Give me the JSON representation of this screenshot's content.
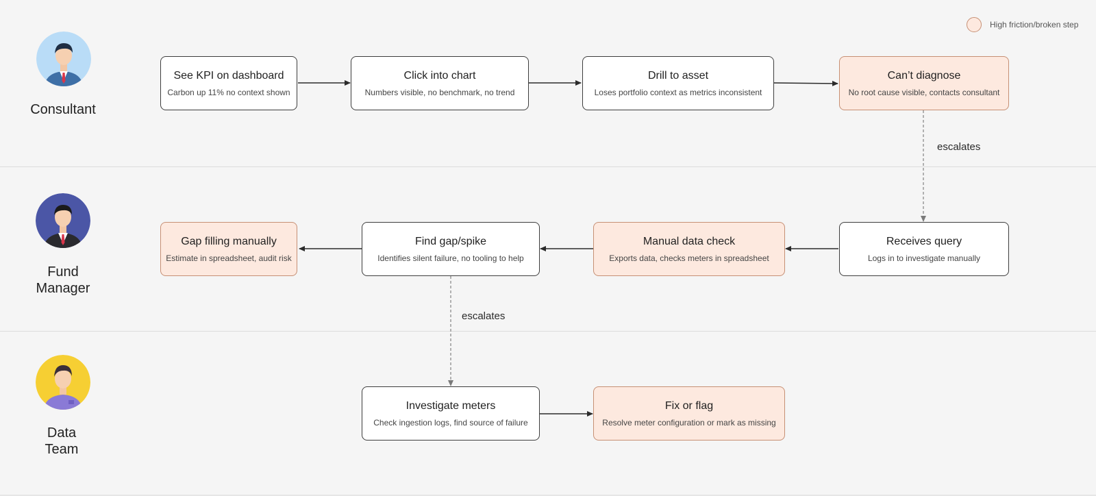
{
  "legend": {
    "label": "High friction/broken step",
    "color": "#fde9df"
  },
  "colors": {
    "friction_fill": "#fde9df",
    "friction_border": "#c68f74",
    "normal_border": "#3d3d3d",
    "background": "#f5f5f5"
  },
  "lanes": [
    {
      "persona": "Consultant",
      "avatar_icon": "consultant-avatar-icon"
    },
    {
      "persona": "Fund Manager",
      "avatar_icon": "fund-manager-avatar-icon"
    },
    {
      "persona": "Data Team",
      "avatar_icon": "data-team-avatar-icon"
    }
  ],
  "steps": {
    "see_kpi": {
      "title": "See KPI on dashboard",
      "subtitle": "Carbon up 11% no context shown",
      "friction": false
    },
    "click_chart": {
      "title": "Click into chart",
      "subtitle": "Numbers visible, no benchmark, no trend",
      "friction": false
    },
    "drill_asset": {
      "title": "Drill to asset",
      "subtitle": "Loses portfolio context as metrics inconsistent",
      "friction": false
    },
    "cant_diagnose": {
      "title": "Can’t diagnose",
      "subtitle": "No root cause visible, contacts consultant",
      "friction": true
    },
    "receives_query": {
      "title": "Receives query",
      "subtitle": "Logs in to investigate manually",
      "friction": false
    },
    "manual_check": {
      "title": "Manual data check",
      "subtitle": "Exports data, checks meters in spreadsheet",
      "friction": true
    },
    "find_gap": {
      "title": "Find gap/spike",
      "subtitle": "Identifies silent failure, no tooling to help",
      "friction": false
    },
    "gap_filling": {
      "title": "Gap filling manually",
      "subtitle": "Estimate in spreadsheet, audit risk",
      "friction": true
    },
    "investigate_meters": {
      "title": "Investigate meters",
      "subtitle": "Check ingestion logs, find source of failure",
      "friction": false
    },
    "fix_flag": {
      "title": "Fix or flag",
      "subtitle": "Resolve meter configuration or mark as missing",
      "friction": true
    }
  },
  "edges": [
    {
      "from": "see_kpi",
      "to": "click_chart",
      "style": "solid",
      "label": ""
    },
    {
      "from": "click_chart",
      "to": "drill_asset",
      "style": "solid",
      "label": ""
    },
    {
      "from": "drill_asset",
      "to": "cant_diagnose",
      "style": "solid",
      "label": ""
    },
    {
      "from": "cant_diagnose",
      "to": "receives_query",
      "style": "dashed",
      "label": "escalates"
    },
    {
      "from": "receives_query",
      "to": "manual_check",
      "style": "solid",
      "label": ""
    },
    {
      "from": "manual_check",
      "to": "find_gap",
      "style": "solid",
      "label": ""
    },
    {
      "from": "find_gap",
      "to": "gap_filling",
      "style": "solid",
      "label": ""
    },
    {
      "from": "find_gap",
      "to": "investigate_meters",
      "style": "dashed",
      "label": "escalates"
    },
    {
      "from": "investigate_meters",
      "to": "fix_flag",
      "style": "solid",
      "label": ""
    }
  ]
}
